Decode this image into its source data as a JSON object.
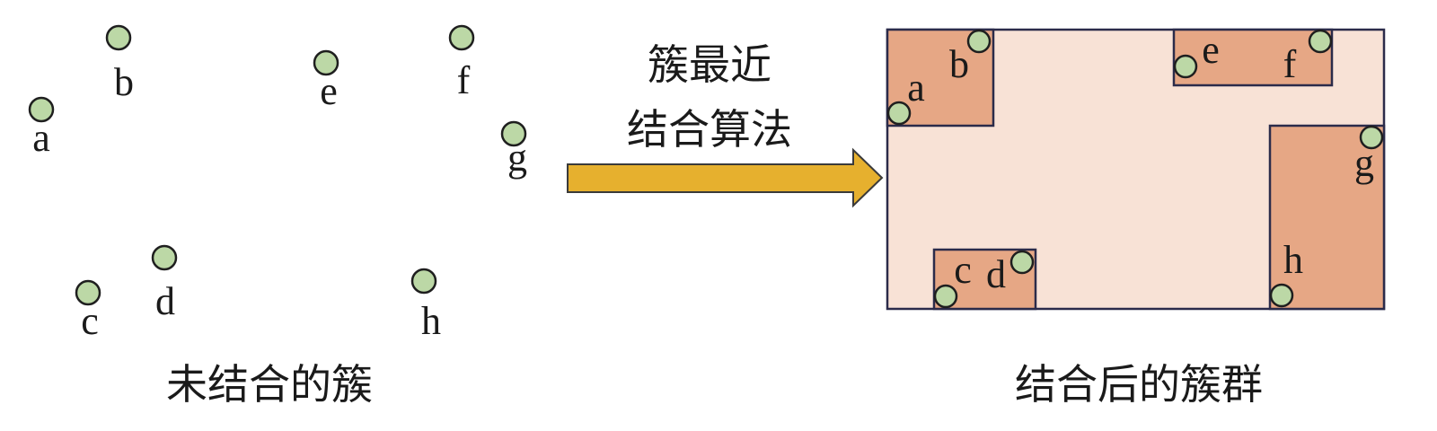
{
  "colors": {
    "node_fill": "#bcd8a6",
    "node_stroke": "#1f1f1f",
    "arrow_fill": "#e6b02e",
    "arrow_stroke": "#3a3a3a",
    "outer_box_fill": "#f8e2d6",
    "inner_box_fill": "#e6a785",
    "box_stroke": "#2b2b4a"
  },
  "left_panel": {
    "caption": "未结合的簇",
    "points": [
      "a",
      "b",
      "c",
      "d",
      "e",
      "f",
      "g",
      "h"
    ]
  },
  "arrow": {
    "label_line1": "簇最近",
    "label_line2": "结合算法"
  },
  "right_panel": {
    "caption": "结合后的簇群",
    "clusters": [
      {
        "members": [
          "a",
          "b"
        ]
      },
      {
        "members": [
          "e",
          "f"
        ]
      },
      {
        "members": [
          "g",
          "h"
        ]
      },
      {
        "members": [
          "c",
          "d"
        ]
      }
    ]
  }
}
